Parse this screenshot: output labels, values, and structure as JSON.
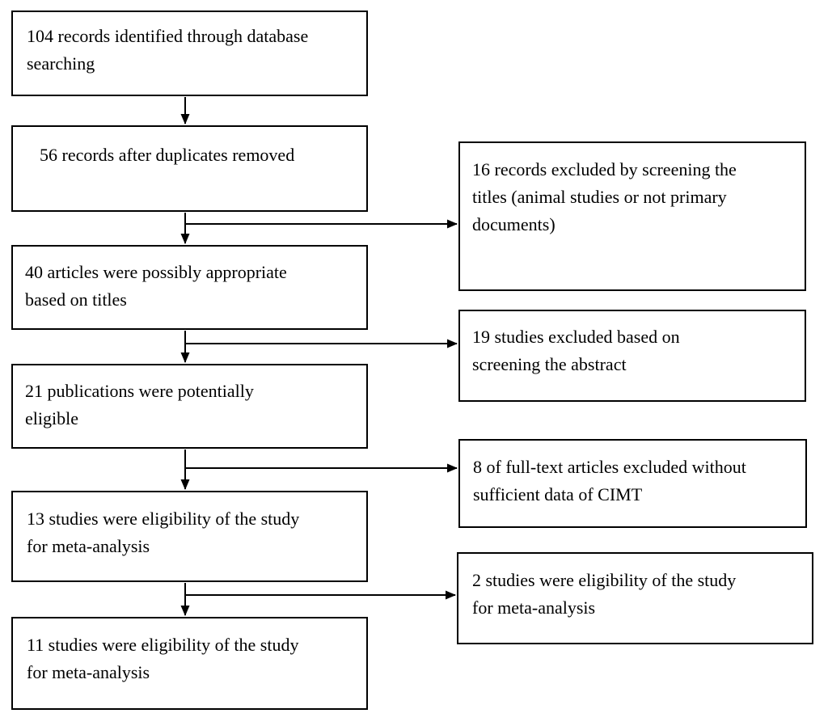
{
  "diagram": {
    "type": "prisma-study-selection-flowchart",
    "colors": {
      "box_border": "#000000",
      "box_fill": "#ffffff",
      "arrow": "#000000",
      "text": "#000000",
      "background": "#ffffff"
    },
    "main_flow": [
      {
        "id": "records-identified",
        "label": "104 records identified through database\nsearching"
      },
      {
        "id": "after-duplicates",
        "label": "56 records after duplicates removed"
      },
      {
        "id": "possibly-appropriate",
        "label": "40 articles were possibly appropriate\nbased on titles"
      },
      {
        "id": "potentially-eligible",
        "label": "21 publications were potentially\neligible"
      },
      {
        "id": "eligible-13",
        "label": "13 studies were eligibility of the study\nfor meta-analysis"
      },
      {
        "id": "eligible-11",
        "label": "11 studies were eligibility of the study\nfor meta-analysis"
      }
    ],
    "exclusion_flow": [
      {
        "id": "excluded-by-titles",
        "label": "16 records excluded by screening the\ntitles (animal studies or not primary\ndocuments)"
      },
      {
        "id": "excluded-by-abstract",
        "label": "19 studies excluded based on\nscreening the abstract"
      },
      {
        "id": "excluded-fulltext",
        "label": "8 of full-text articles excluded without\nsufficient data of CIMT"
      },
      {
        "id": "eligible-2",
        "label": "2 studies were eligibility of the study\nfor meta-analysis"
      }
    ]
  }
}
